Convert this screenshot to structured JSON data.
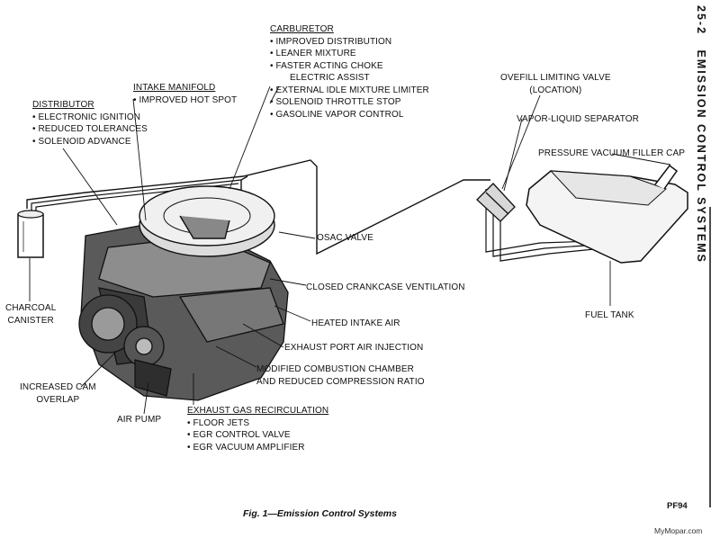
{
  "header": {
    "section": "25-2",
    "title": "EMISSION CONTROL SYSTEMS"
  },
  "labels": {
    "carburetor": {
      "heading": "CARBURETOR",
      "items": [
        "IMPROVED DISTRIBUTION",
        "LEANER MIXTURE",
        "FASTER ACTING CHOKE",
        "ELECTRIC ASSIST",
        "EXTERNAL IDLE MIXTURE LIMITER",
        "SOLENOID THROTTLE STOP",
        "GASOLINE VAPOR CONTROL"
      ]
    },
    "intake_manifold": {
      "heading": "INTAKE MANIFOLD",
      "items": [
        "IMPROVED HOT SPOT"
      ]
    },
    "distributor": {
      "heading": "DISTRIBUTOR",
      "items": [
        "ELECTRONIC IGNITION",
        "REDUCED TOLERANCES",
        "SOLENOID ADVANCE"
      ]
    },
    "overfill_valve": [
      "OVEFILL LIMITING VALVE",
      "(LOCATION)"
    ],
    "vapor_separator": "VAPOR-LIQUID SEPARATOR",
    "filler_cap": "PRESSURE VACUUM FILLER CAP",
    "charcoal_canister": [
      "CHARCOAL",
      "CANISTER"
    ],
    "osac_valve": "OSAC VALVE",
    "crankcase_ventilation": "CLOSED CRANKCASE VENTILATION",
    "fuel_tank": "FUEL TANK",
    "heated_intake_air": "HEATED INTAKE AIR",
    "exhaust_port_air": "EXHAUST PORT AIR INJECTION",
    "combustion_chamber": [
      "MODIFIED COMBUSTION CHAMBER",
      "AND REDUCED COMPRESSION RATIO"
    ],
    "cam_overlap": [
      "INCREASED CAM",
      "OVERLAP"
    ],
    "egr": {
      "heading": "EXHAUST GAS RECIRCULATION",
      "items": [
        "FLOOR JETS",
        "EGR CONTROL VALVE",
        "EGR VACUUM AMPLIFIER"
      ]
    },
    "air_pump": "AIR PUMP"
  },
  "caption": "Fig. 1—Emission Control Systems",
  "figure_code": "PF94",
  "watermark": "MyMopar.com"
}
